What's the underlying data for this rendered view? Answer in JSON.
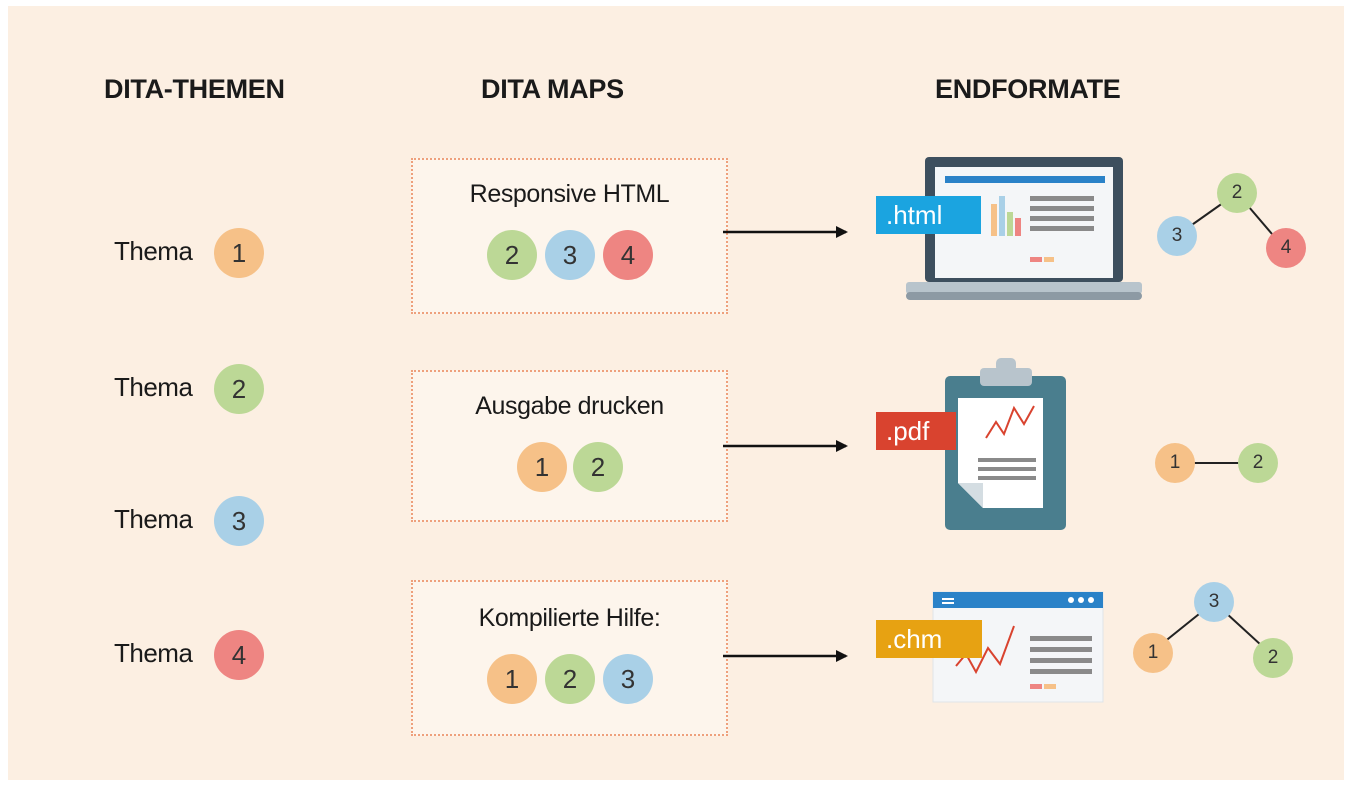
{
  "colors": {
    "orange": "#f6c188",
    "green": "#bcd896",
    "blue": "#a9d0e7",
    "red": "#ee8582",
    "html_badge": "#1ba4e0",
    "pdf_badge": "#d9432f",
    "chm_badge": "#e7a212"
  },
  "headers": {
    "topics": "DITA-THEMEN",
    "maps": "DITA MAPS",
    "outputs": "ENDFORMATE"
  },
  "topics": [
    {
      "label": "Thema",
      "num": "1",
      "color": "orange"
    },
    {
      "label": "Thema",
      "num": "2",
      "color": "green"
    },
    {
      "label": "Thema",
      "num": "3",
      "color": "blue"
    },
    {
      "label": "Thema",
      "num": "4",
      "color": "red"
    }
  ],
  "maps": [
    {
      "title": "Responsive HTML",
      "topics": [
        "2",
        "3",
        "4"
      ]
    },
    {
      "title": "Ausgabe drucken",
      "topics": [
        "1",
        "2"
      ]
    },
    {
      "title": "Kompilierte Hilfe:",
      "topics": [
        "1",
        "2",
        "3"
      ]
    }
  ],
  "outputs": [
    {
      "badge": ".html",
      "icon": "laptop-icon",
      "tree": {
        "root": "2",
        "children": [
          "3",
          "4"
        ]
      }
    },
    {
      "badge": ".pdf",
      "icon": "clipboard-icon",
      "tree": {
        "chain": [
          "1",
          "2"
        ]
      }
    },
    {
      "badge": ".chm",
      "icon": "browser-window-icon",
      "tree": {
        "root": "3",
        "children": [
          "1",
          "2"
        ]
      }
    }
  ]
}
